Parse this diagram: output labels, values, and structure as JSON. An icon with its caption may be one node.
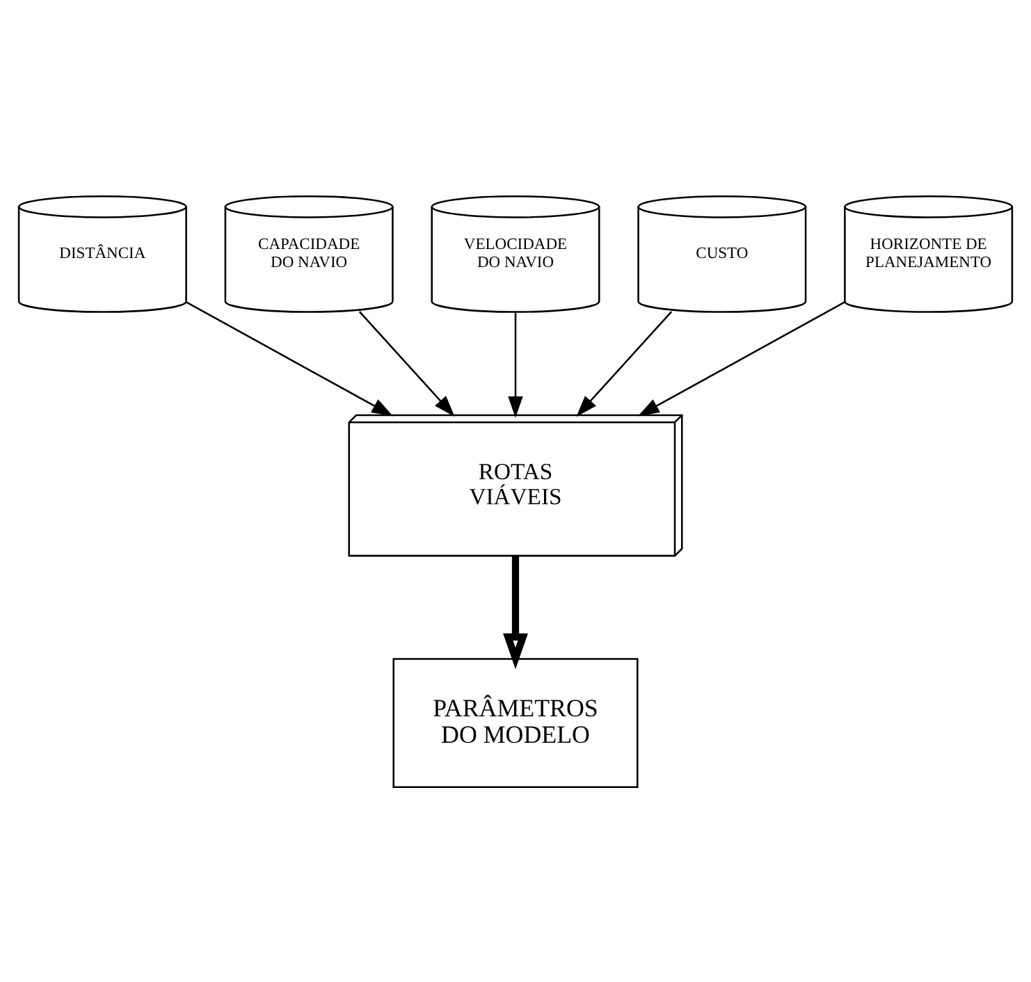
{
  "diagram": {
    "nodes": [
      {
        "text": [
          "DISTÂNCIA"
        ]
      },
      {
        "text": [
          "CAPACIDADE DO NAVIO"
        ]
      },
      {
        "text": [
          "VELOCIDADE DO NAVIO"
        ]
      },
      {
        "text": [
          "CUSTO"
        ]
      },
      {
        "text": [
          "HORIZONTE DE PLANEJAMENTO"
        ]
      },
      {
        "text": [
          "ROTAS VIÁVEIS"
        ]
      },
      {
        "text": [
          "PARÂMETROS DO MODELO"
        ]
      }
    ],
    "edges": [
      {
        "from": 0,
        "to": 5,
        "arrow": "to"
      },
      {
        "from": 1,
        "to": 5,
        "arrow": "to"
      },
      {
        "from": 2,
        "to": 5,
        "arrow": "to"
      },
      {
        "from": 3,
        "to": 5,
        "arrow": "to"
      },
      {
        "from": 4,
        "to": 5,
        "arrow": "to"
      },
      {
        "from": 5,
        "to": 6,
        "arrow": "to",
        "style": "thick"
      }
    ]
  }
}
